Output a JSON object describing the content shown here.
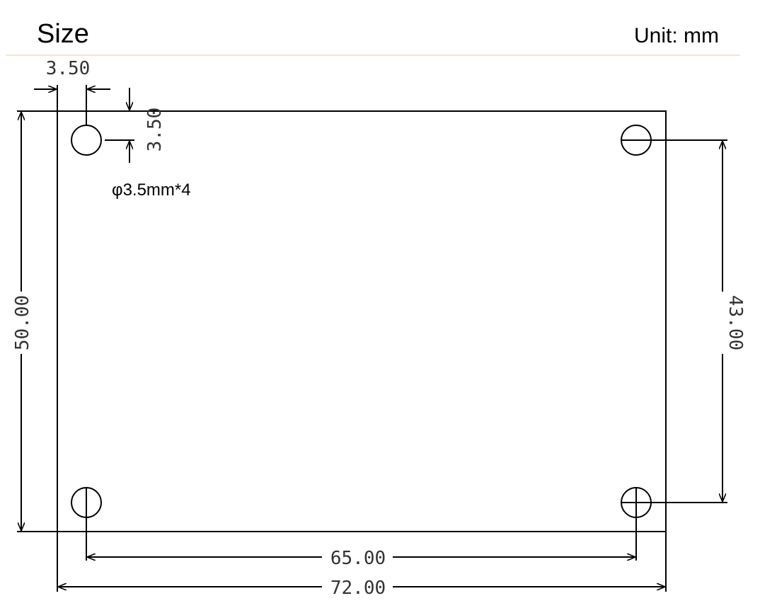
{
  "header": {
    "title": "Size",
    "unit": "Unit: mm"
  },
  "board": {
    "width_mm": 72.0,
    "height_mm": 50.0
  },
  "holes": {
    "note": "φ3.5mm*4",
    "diameter_mm": 3.5,
    "count": 4,
    "edge_offset_mm": 3.5,
    "spacing_x_mm": 65.0,
    "spacing_y_mm": 43.0
  },
  "dimensions": {
    "offset_x": "3.50",
    "offset_y": "3.50",
    "board_height": "50.00",
    "hole_spacing_y": "43.00",
    "hole_spacing_x": "65.00",
    "board_width": "72.00"
  }
}
